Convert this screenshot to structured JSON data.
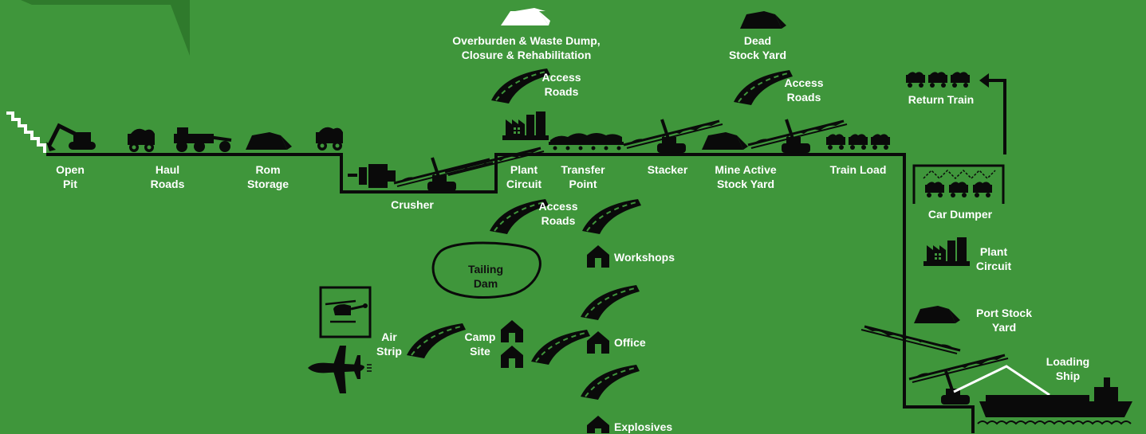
{
  "labels": {
    "open_pit": "Open\nPit",
    "haul_roads": "Haul\nRoads",
    "rom_storage": "Rom\nStorage",
    "crusher": "Crusher",
    "overburden": "Overburden & Waste Dump,\nClosure & Rehabilitation",
    "access_roads_top": "Access\nRoads",
    "dead_stock_yard": "Dead\nStock Yard",
    "access_roads_right": "Access\nRoads",
    "return_train": "Return Train",
    "plant_circuit": "Plant\nCircuit",
    "transfer_point": "Transfer\nPoint",
    "stacker": "Stacker",
    "mine_active_stock_yard": "Mine Active\nStock Yard",
    "train_load": "Train Load",
    "access_roads_mid": "Access\nRoads",
    "car_dumper": "Car Dumper",
    "tailing_dam": "Tailing\nDam",
    "workshops": "Workshops",
    "plant_circuit_port": "Plant\nCircuit",
    "port_stock_yard": "Port Stock\nYard",
    "air_strip": "Air\nStrip",
    "camp_site": "Camp\nSite",
    "office": "Office",
    "loading_ship": "Loading\nShip",
    "explosives": "Explosives"
  },
  "colors": {
    "background": "#3f963b",
    "callout": "#2f7a2c",
    "line": "#0a0a0a",
    "icon": "#0a0a0a",
    "icon_light": "#ffffff",
    "text": "#ffffff",
    "text_dark": "#111111"
  },
  "icons": [
    "excavator-icon",
    "haul-truck-icon",
    "grader-icon",
    "stockpile-icon",
    "crusher-icon",
    "conveyor-icon",
    "road-icon",
    "plant-icon",
    "stacker-icon",
    "train-wagon-icon",
    "helicopter-icon",
    "airplane-icon",
    "building-icon",
    "ship-icon",
    "arrow-up-icon"
  ]
}
